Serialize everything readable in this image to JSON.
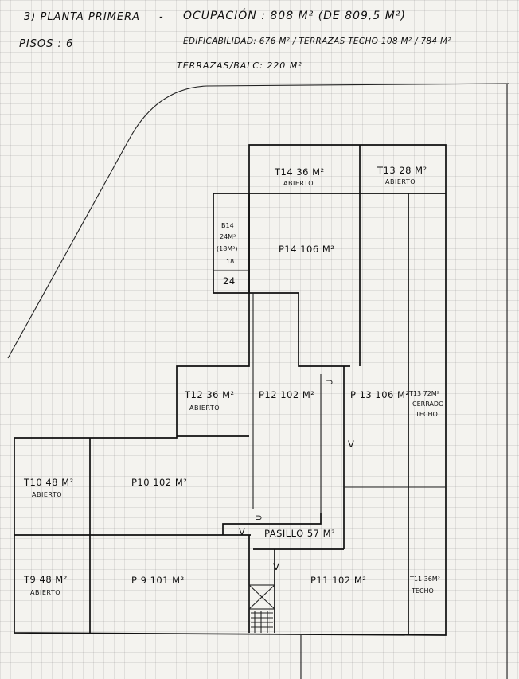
{
  "header": {
    "title": "3) PLANTA PRIMERA",
    "dash": "-",
    "ocupacion": "OCUPACIÓN : 808 M² (DE 809,5 M²)",
    "pisos": "PISOS : 6",
    "edificabilidad": "EDIFICABILIDAD: 676 M² / TERRAZAS TECHO 108 M² / 784 M²",
    "terrazas": "TERRAZAS/BALC: 220 M²"
  },
  "rooms": {
    "t14": {
      "name": "T14  36 M²",
      "sub": "ABIERTO"
    },
    "t13": {
      "name": "T13  28 M²",
      "sub": "ABIERTO"
    },
    "b14": {
      "line1": "B14",
      "line2": "24M²",
      "line3": "(18M²)",
      "line4": "18",
      "line5": "24"
    },
    "p14": {
      "name": "P14  106 M²"
    },
    "t12": {
      "name": "T12  36 M²",
      "sub": "ABIERTO"
    },
    "p12": {
      "name": "P12  102 M²"
    },
    "p13": {
      "name": "P 13  106 M²"
    },
    "t13b": {
      "line1": "T13 72M²",
      "line2": "CERRADO",
      "line3": "TECHO"
    },
    "t10": {
      "name": "T10  48 M²",
      "sub": "ABIERTO"
    },
    "p10": {
      "name": "P10    102 M²"
    },
    "pasillo": {
      "name": "PASILLO  57 M²"
    },
    "t9": {
      "name": "T9  48 M²",
      "sub": "ABIERTO"
    },
    "p9": {
      "name": "P 9   101 M²"
    },
    "p11": {
      "name": "P11     102 M²"
    },
    "t11": {
      "line1": "T11 36M²",
      "line2": "TECHO"
    }
  },
  "marks": {
    "v": "V",
    "arrow": "⊃"
  }
}
